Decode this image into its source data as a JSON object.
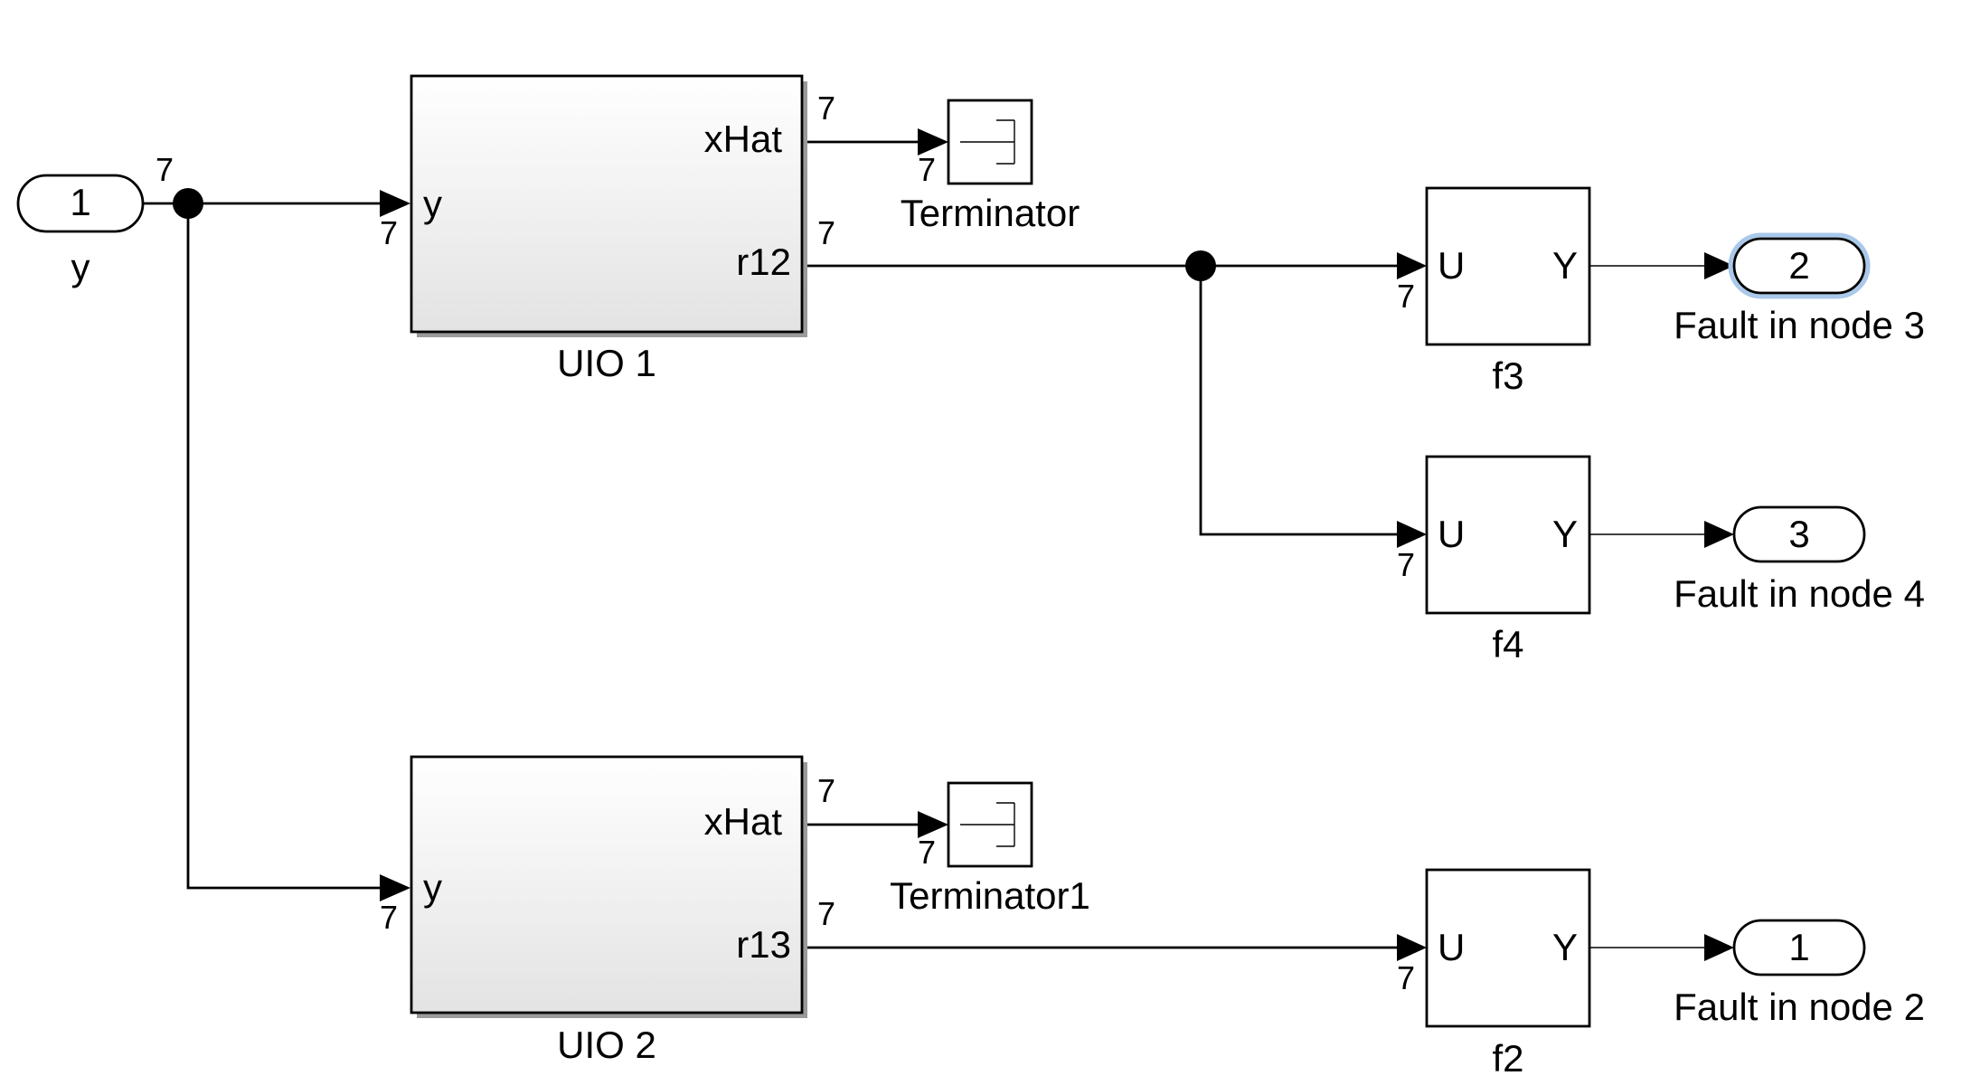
{
  "inport": {
    "number": "1",
    "name": "y",
    "width": "7"
  },
  "uio1": {
    "name": "UIO 1",
    "in_port": "y",
    "in_width": "7",
    "out1_port": "xHat",
    "out1_width": "7",
    "out2_port": "r12",
    "out2_width": "7"
  },
  "uio2": {
    "name": "UIO 2",
    "in_port": "y",
    "in_width": "7",
    "out1_port": "xHat",
    "out1_width": "7",
    "out2_port": "r13",
    "out2_width": "7"
  },
  "terminator": {
    "name": "Terminator",
    "width": "7"
  },
  "terminator1": {
    "name": "Terminator1",
    "width": "7"
  },
  "f3": {
    "name": "f3",
    "in_port": "U",
    "out_port": "Y",
    "width": "7"
  },
  "f4": {
    "name": "f4",
    "in_port": "U",
    "out_port": "Y",
    "width": "7"
  },
  "f2": {
    "name": "f2",
    "in_port": "U",
    "out_port": "Y",
    "width": "7"
  },
  "outport2": {
    "number": "2",
    "name": "Fault in node 3"
  },
  "outport3": {
    "number": "3",
    "name": "Fault in node 4"
  },
  "outport1": {
    "number": "1",
    "name": "Fault in node 2"
  },
  "colors": {
    "wire": "#000000",
    "selected_outline": "#a9c8ea",
    "subsystem_top": "#ffffff",
    "subsystem_bottom": "#e3e3e3",
    "shadow": "#9a9a9a"
  }
}
